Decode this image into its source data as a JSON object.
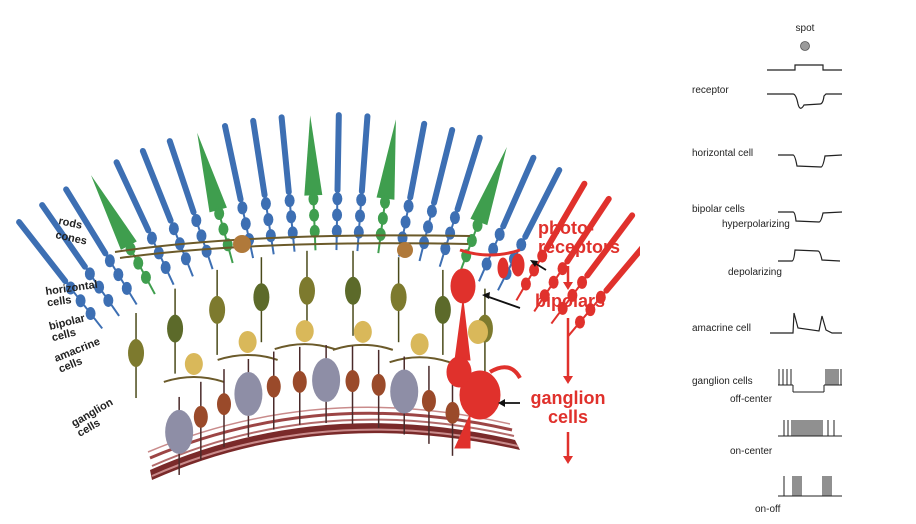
{
  "retina": {
    "layer_labels": {
      "rods": "rods",
      "cones": "cones",
      "horizontal": "horizontal\ncells",
      "bipolar": "bipolar\ncells",
      "amacrine": "amacrine\ncells",
      "ganglion": "ganglion\ncells"
    },
    "pathway": {
      "photoreceptors": "photo-\nreceptors",
      "bipolars": "bipolars",
      "ganglion": "ganglion\ncells"
    },
    "colors": {
      "rod": "#3d6fb3",
      "cone": "#3f9e4e",
      "highlight": "#e0312c",
      "horizontal": "#7d7a2e",
      "bipolar": "#5c6a2a",
      "amacrine": "#d9b85a",
      "ganglion_gray": "#8e8ea6",
      "ganglion_brown": "#9a4a2a",
      "nerve": "#7a2a2a"
    }
  },
  "responses": {
    "spot": "spot",
    "receptor": "receptor",
    "horizontal_cell": "horizontal cell",
    "bipolar_cells": "bipolar cells",
    "hyperpolarizing": "hyperpolarizing",
    "depolarizing": "depolarizing",
    "amacrine_cell": "amacrine cell",
    "ganglion_cells": "ganglion cells",
    "off_center": "off-center",
    "on_center": "on-center",
    "on_off": "on-off"
  }
}
